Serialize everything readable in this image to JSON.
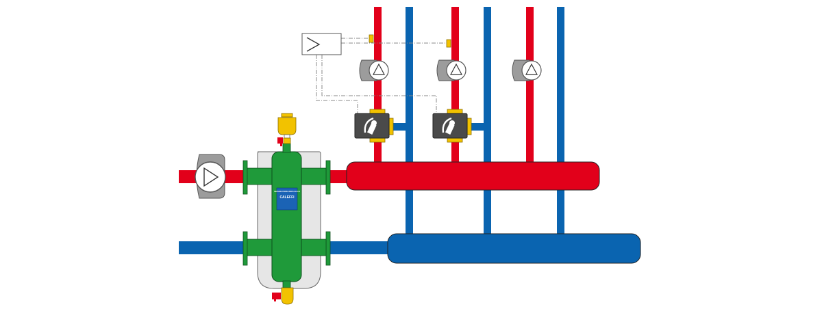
{
  "diagram": {
    "type": "hydraulic-separator-schematic",
    "colors": {
      "hot": "#e2001a",
      "cold": "#0a64b0",
      "separator": "#1f9a3a",
      "insulation": "#e6e6e6",
      "brass": "#f2c200",
      "valve_body": "#4a4a4a",
      "pump_grey": "#9c9c9c",
      "control_line": "#8a8a8a"
    },
    "separator_label": {
      "line1": "SEPARATORE IDRAULICO",
      "brand": "CALEFFI"
    },
    "components": {
      "primary_pump": "pump-icon",
      "secondary_pumps": [
        "pump-icon",
        "pump-icon",
        "pump-icon"
      ],
      "mixing_valves": [
        "mixing-valve-icon",
        "mixing-valve-icon"
      ],
      "controller": "controller-icon",
      "air_vent": "air-vent-icon",
      "drain_valve": "drain-valve-icon"
    }
  }
}
